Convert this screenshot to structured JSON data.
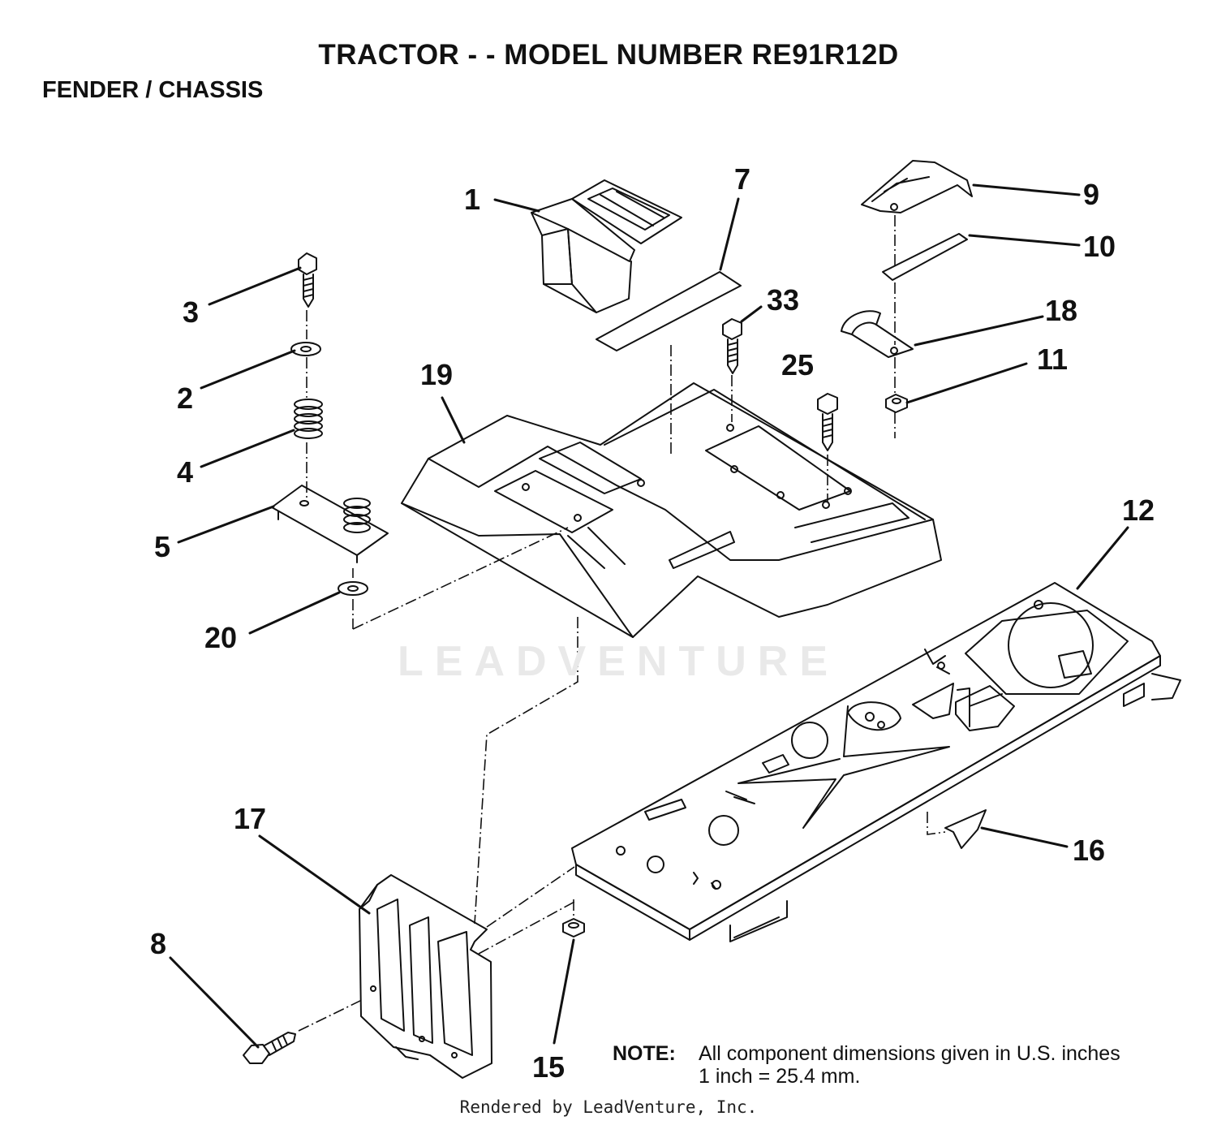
{
  "header": {
    "title": "TRACTOR - - MODEL NUMBER RE91R12D",
    "section": "FENDER / CHASSIS"
  },
  "callouts": {
    "c1": "1",
    "c7": "7",
    "c9": "9",
    "c10": "10",
    "c3": "3",
    "c33": "33",
    "c18": "18",
    "c2": "2",
    "c25": "25",
    "c11": "11",
    "c19": "19",
    "c4": "4",
    "c5": "5",
    "c12": "12",
    "c20": "20",
    "c17": "17",
    "c16": "16",
    "c8": "8",
    "c15": "15"
  },
  "note": {
    "label": "NOTE:",
    "line1": "All component dimensions given in U.S. inches",
    "line2": "1 inch = 25.4 mm."
  },
  "watermark": "LEADVENTURE",
  "credit": "Rendered by LeadVenture, Inc."
}
